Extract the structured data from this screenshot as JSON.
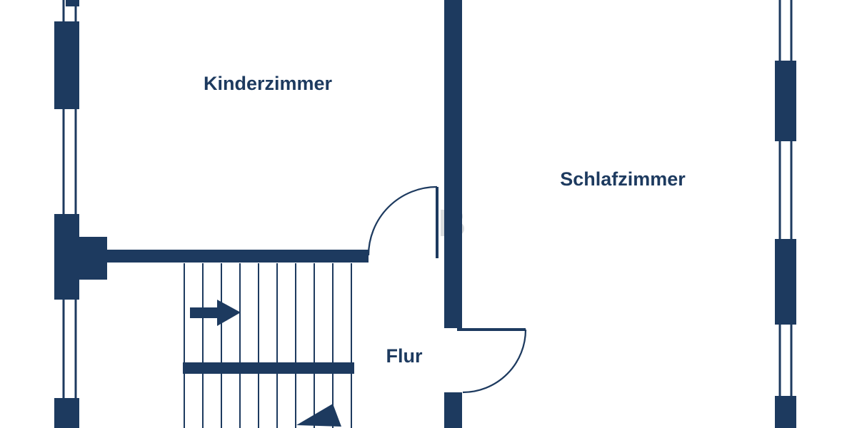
{
  "floorplan": {
    "colors": {
      "wall": "#1d3a5f",
      "text": "#1d3a5f",
      "watermark": "#d9dcde",
      "background": "#ffffff"
    },
    "watermark": {
      "text": "B"
    },
    "rooms": [
      {
        "id": "kinderzimmer",
        "label": "Kinderzimmer"
      },
      {
        "id": "schlafzimmer",
        "label": "Schlafzimmer"
      },
      {
        "id": "flur",
        "label": "Flur"
      }
    ],
    "icons": {
      "stairs_up_arrow": "arrow-right-icon",
      "stairs_down_arrow": "arrow-down-left-icon"
    }
  }
}
